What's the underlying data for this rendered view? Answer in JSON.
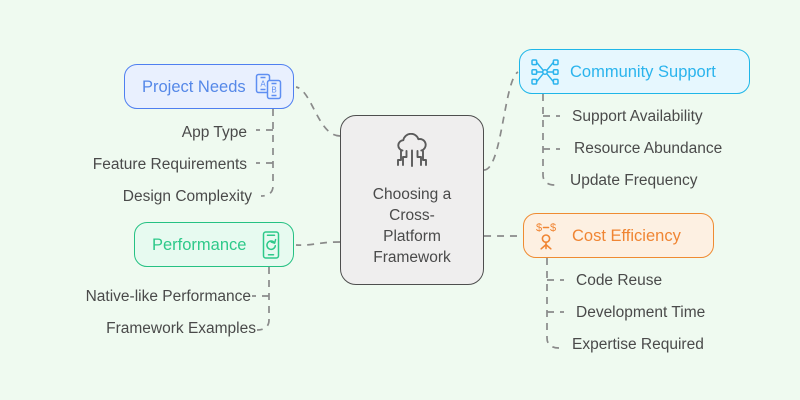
{
  "diagram": {
    "type": "mind-map",
    "background_color": "#effaf0",
    "center": {
      "title": "Choosing a Cross-Platform Framework",
      "line1": "Choosing a",
      "line2": "Cross-",
      "line3": "Platform",
      "line4": "Framework",
      "icon": "cloud-circuit-icon",
      "border_color": "#4e4e4e",
      "fill_color": "#efeeee"
    },
    "branches": [
      {
        "id": "project-needs",
        "label": "Project Needs",
        "icon": "two-devices-icon",
        "accent_color": "#4f7ff0",
        "text_color": "#5588e8",
        "fill_color": "#e9f0fe",
        "side": "left",
        "children": [
          {
            "label": "App Type"
          },
          {
            "label": "Feature Requirements"
          },
          {
            "label": "Design Complexity"
          }
        ]
      },
      {
        "id": "performance",
        "label": "Performance",
        "icon": "phone-refresh-icon",
        "accent_color": "#25c183",
        "text_color": "#2ec98a",
        "fill_color": "#e7faf0",
        "side": "left",
        "children": [
          {
            "label": "Native-like Performance"
          },
          {
            "label": "Framework Examples"
          }
        ]
      },
      {
        "id": "community-support",
        "label": "Community Support",
        "icon": "network-nodes-icon",
        "accent_color": "#1fb6e8",
        "text_color": "#2ab4ed",
        "fill_color": "#e6f7fe",
        "side": "right",
        "children": [
          {
            "label": "Support Availability"
          },
          {
            "label": "Resource Abundance"
          },
          {
            "label": "Update Frequency"
          }
        ]
      },
      {
        "id": "cost-efficiency",
        "label": "Cost Efficiency",
        "icon": "person-dollar-icon",
        "accent_color": "#ef8b32",
        "text_color": "#f08533",
        "fill_color": "#fdf0e2",
        "side": "right",
        "children": [
          {
            "label": "Code Reuse"
          },
          {
            "label": "Development Time"
          },
          {
            "label": "Expertise Required"
          }
        ]
      }
    ],
    "connector_color": "#888888",
    "connector_style": "dashed"
  }
}
